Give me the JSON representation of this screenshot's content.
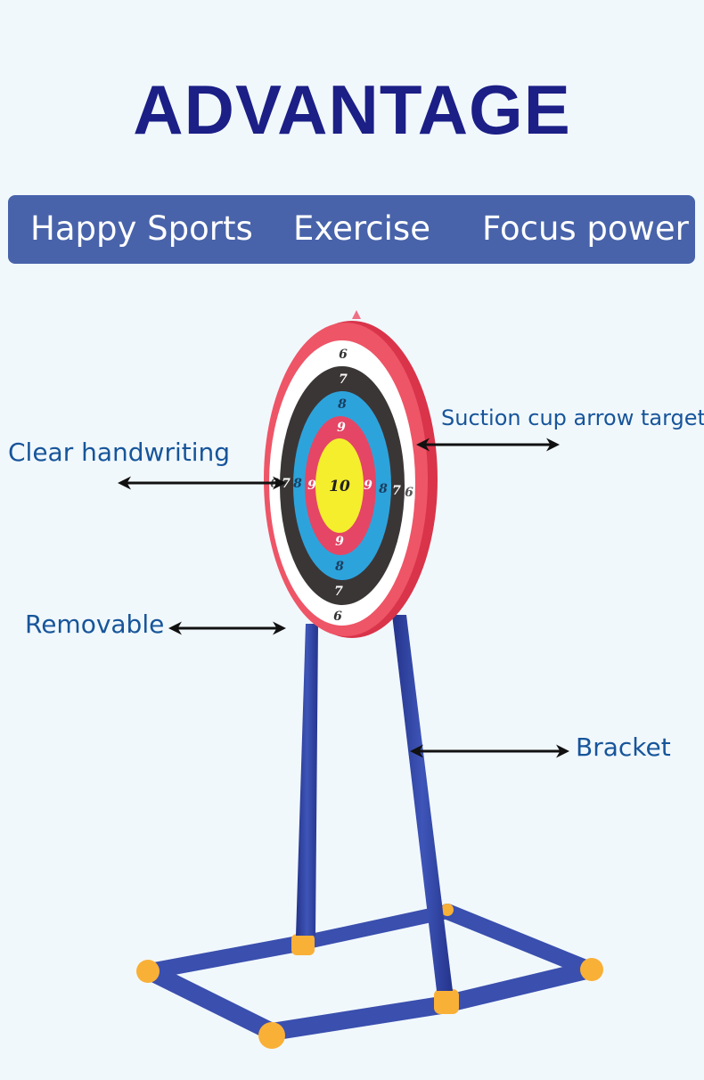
{
  "title": "ADVANTAGE",
  "banner": {
    "items": [
      "Happy Sports",
      "Exercise",
      "Focus power"
    ],
    "background": "#4863aa"
  },
  "callouts": {
    "suction": "Suction cup arrow target",
    "clear": "Clear handwriting",
    "removable": "Removable",
    "bracket": "Bracket"
  },
  "target": {
    "rings": [
      {
        "score": "6",
        "color": "#ffffff"
      },
      {
        "score": "7",
        "color": "#3b3636"
      },
      {
        "score": "8",
        "color": "#2da3dc"
      },
      {
        "score": "9",
        "color": "#e54665"
      },
      {
        "score": "10",
        "color": "#f5ee2d"
      }
    ],
    "frame_color": "#e8414f"
  },
  "stand": {
    "pipe_color": "#3a4fae",
    "joint_color": "#f9b037"
  },
  "colors": {
    "title": "#1b1f86",
    "label": "#17559a",
    "background": "#f1f8fc"
  }
}
